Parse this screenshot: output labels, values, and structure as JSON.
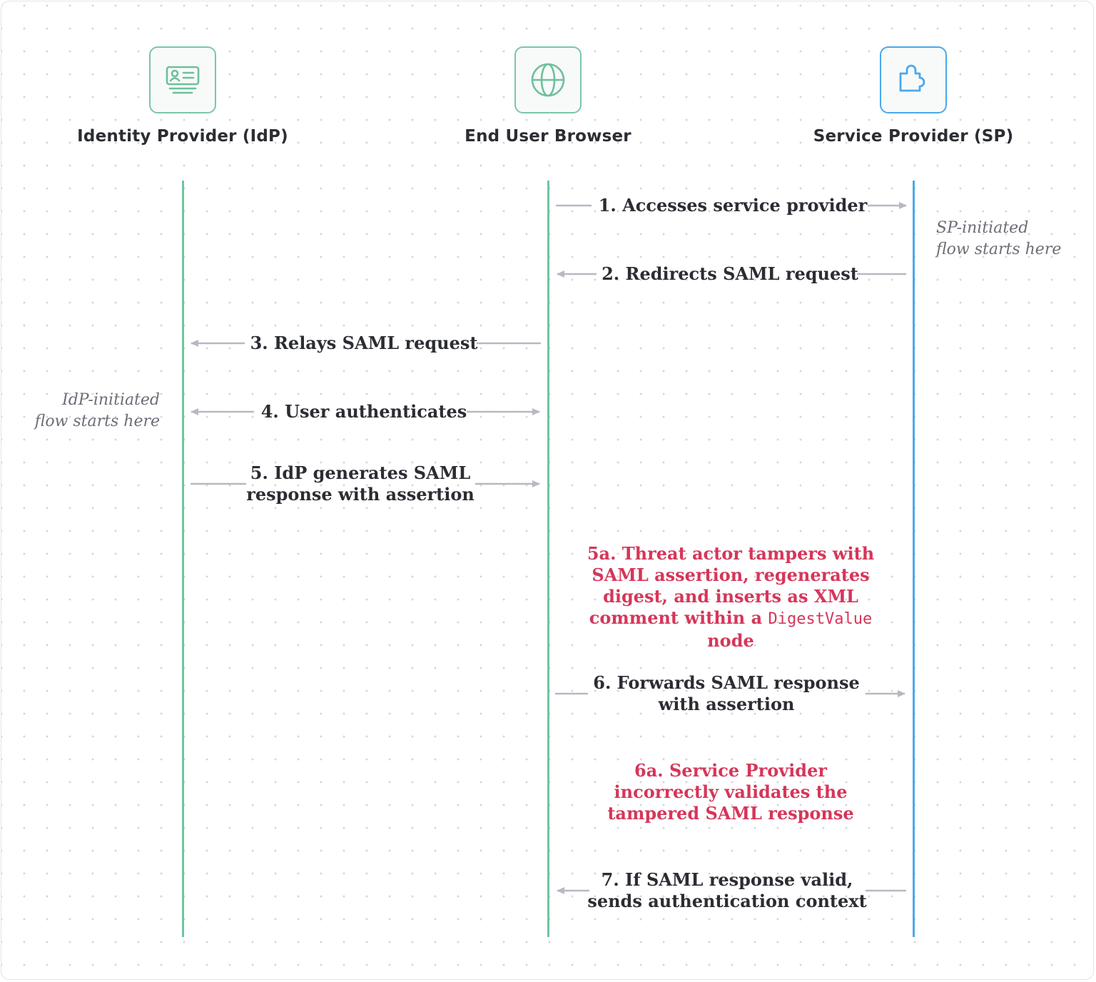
{
  "actors": {
    "idp": {
      "label": "Identity Provider (IdP)",
      "icon": "id-card-icon",
      "color": "#7cc6a6"
    },
    "browser": {
      "label": "End User Browser",
      "icon": "globe-icon",
      "color": "#7cc6a6"
    },
    "sp": {
      "label": "Service Provider (SP)",
      "icon": "puzzle-icon",
      "color": "#4aa8ec"
    }
  },
  "notes": {
    "sp_line1": "SP-initiated",
    "sp_line2": "flow starts here",
    "idp_line1": "IdP-initiated",
    "idp_line2": "flow starts here"
  },
  "steps": {
    "s1": "1.  Accesses service provider",
    "s2": "2.  Redirects SAML request",
    "s3": "3.  Relays SAML request",
    "s4": "4.  User authenticates",
    "s5_line1": "5.  IdP generates SAML",
    "s5_line2": "response with assertion",
    "s5a_text": "5a. Threat actor tampers with SAML assertion, regenerates digest, and inserts as XML comment within a",
    "s5a_code": "DigestValue",
    "s5a_tail": "node",
    "s6_line1": "6.  Forwards SAML response",
    "s6_line2": "with assertion",
    "s6a": "6a. Service Provider incorrectly validates the tampered SAML response",
    "s7_line1": "7.  If SAML response valid,",
    "s7_line2": "sends authentication context"
  },
  "colors": {
    "arrow": "#b7b9c2",
    "highlight": "#d5365a",
    "text": "#2b2d33",
    "note": "#6b6e76"
  }
}
